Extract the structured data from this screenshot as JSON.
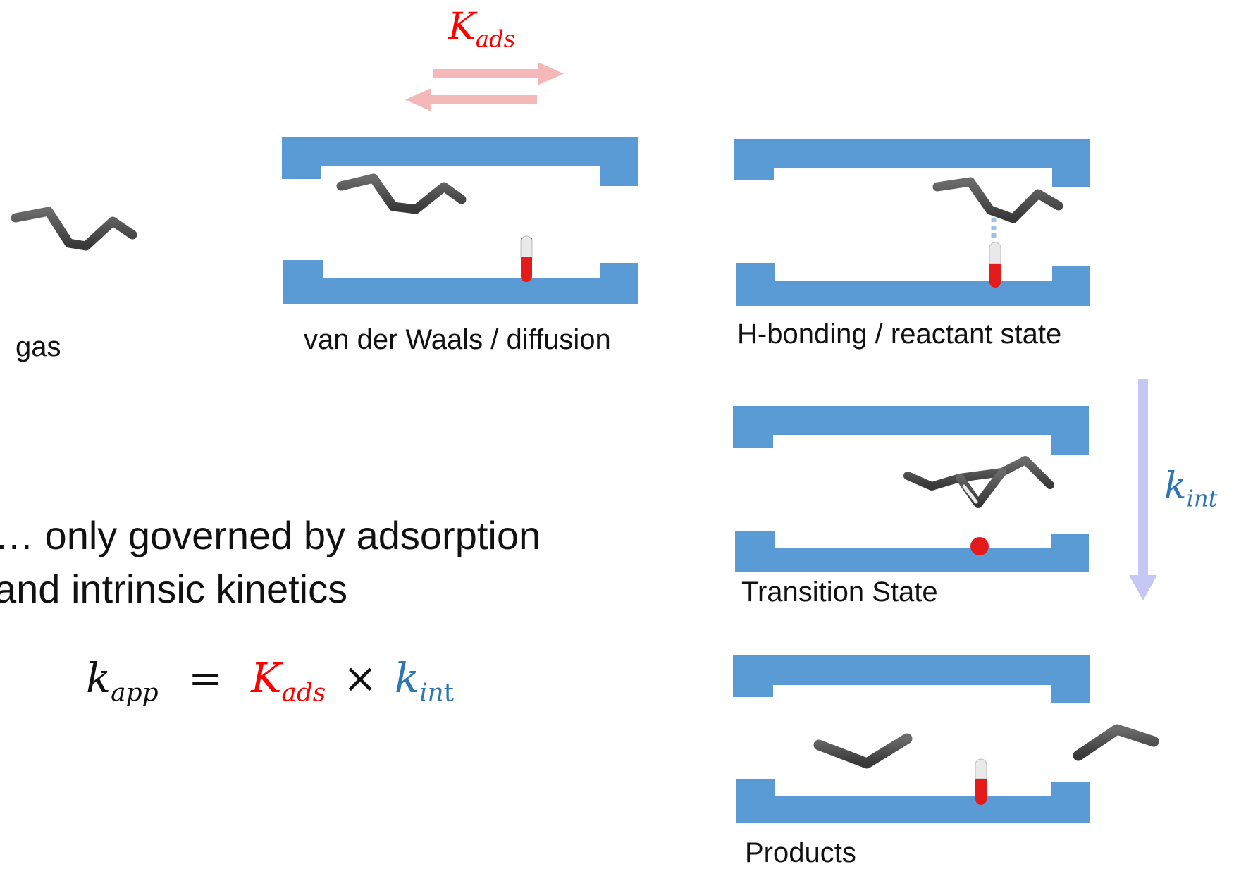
{
  "colors": {
    "channel": "#5b9bd5",
    "molecule": "#4a4a4a",
    "oxygen": "#e31b1b",
    "hydrogen": "#e9e9e9",
    "kads": "#ff0000",
    "kint": "#2e75b6",
    "kads_arrow": "#f4b8b8",
    "kint_arrow": "#c5c8f4",
    "hbond": "#9dc3e6"
  },
  "icons": {
    "channel": "zeolite-pore-shape",
    "molecule": "hydrocarbon-chain-stick-model",
    "acid_site": "hydroxyl-group-stick-model",
    "oxygen_atom": "red-sphere"
  },
  "labels": {
    "gas": "gas",
    "vdw": "van der Waals / diffusion",
    "hbond": "H-bonding / reactant state",
    "ts": "Transition State",
    "products": "Products"
  },
  "text": {
    "line1": "… only governed by adsorption",
    "line2": "and intrinsic kinetics"
  },
  "symbols": {
    "K": "K",
    "k": "k",
    "ads": "ads",
    "int": "int",
    "app": "app",
    "in": "in",
    "t": "t",
    "equals": "=",
    "times": "×"
  }
}
